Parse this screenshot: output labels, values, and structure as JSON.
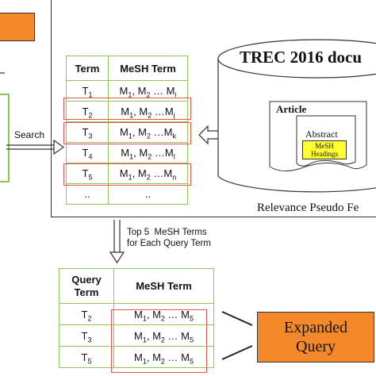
{
  "diagram": {
    "search_label": "Search",
    "doc_title": "TREC 2016 docu",
    "article_label": "Article",
    "abstract_label": "Abstract",
    "mesh_headings_label": "MeSH Headings",
    "relevance_label": "Relevance Pseudo Fe",
    "top5_line1": "Top 5  MeSH Terms",
    "top5_line2": "for Each Query Term",
    "expanded_line1": "Expanded",
    "expanded_line2": "Query",
    "top_table": {
      "headers": [
        "Term",
        "MeSH Term"
      ],
      "rows": [
        {
          "term": "T",
          "term_sub": "1",
          "mesh_html": "M<sub>1</sub>, M<sub>2</sub> … M<sub>i</sub>"
        },
        {
          "term": "T",
          "term_sub": "2",
          "mesh_html": "M<sub>1</sub>, M<sub>2</sub> …M<sub>j</sub>"
        },
        {
          "term": "T",
          "term_sub": "3",
          "mesh_html": "M<sub>1</sub>, M<sub>2</sub> …M<sub>k</sub>"
        },
        {
          "term": "T",
          "term_sub": "4",
          "mesh_html": "M<sub>1</sub>, M<sub>2</sub> …M<sub>l</sub>"
        },
        {
          "term": "T",
          "term_sub": "5",
          "mesh_html": "M<sub>1</sub>, M<sub>2</sub> …M<sub>n</sub>"
        },
        {
          "term": "..",
          "term_sub": "",
          "mesh_html": ".."
        }
      ]
    },
    "bottom_table": {
      "headers": [
        "Query Term",
        "MeSH Term"
      ],
      "rows": [
        {
          "term": "T",
          "term_sub": "2",
          "mesh_html": "M<sub>1</sub>, M<sub>2</sub> … M<sub>5</sub>"
        },
        {
          "term": "T",
          "term_sub": "3",
          "mesh_html": "M<sub>1</sub>, M<sub>2</sub> … M<sub>5</sub>"
        },
        {
          "term": "T",
          "term_sub": "5",
          "mesh_html": "M<sub>1</sub>, M<sub>2</sub> … M<sub>5</sub>"
        }
      ]
    },
    "colors": {
      "orange": "#f5892a",
      "green_border": "#8fc45e",
      "red_highlight": "#e2574c",
      "mesh_yellow": "#ffff33"
    }
  }
}
